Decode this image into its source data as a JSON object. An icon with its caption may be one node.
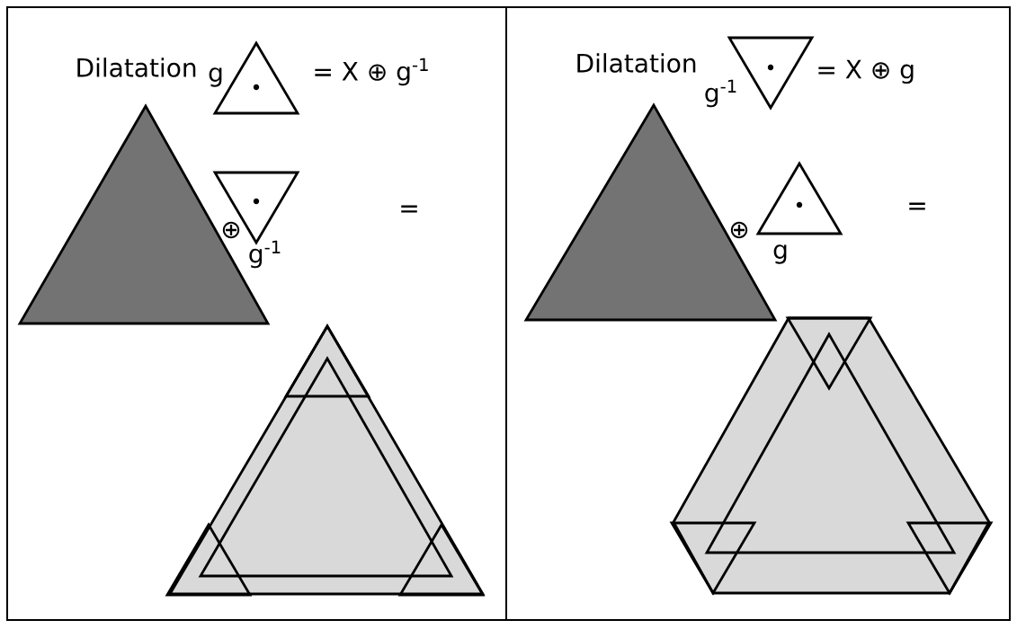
{
  "diagram": {
    "labels": [
      "Dilatation",
      "g",
      "= X ⊕ g$^{-1}$",
      "⊕",
      "g$^{-1}$",
      "=",
      "Dilatation",
      "g$^{-1}$",
      "= X ⊕ g",
      "⊕",
      "g",
      "="
    ]
  }
}
